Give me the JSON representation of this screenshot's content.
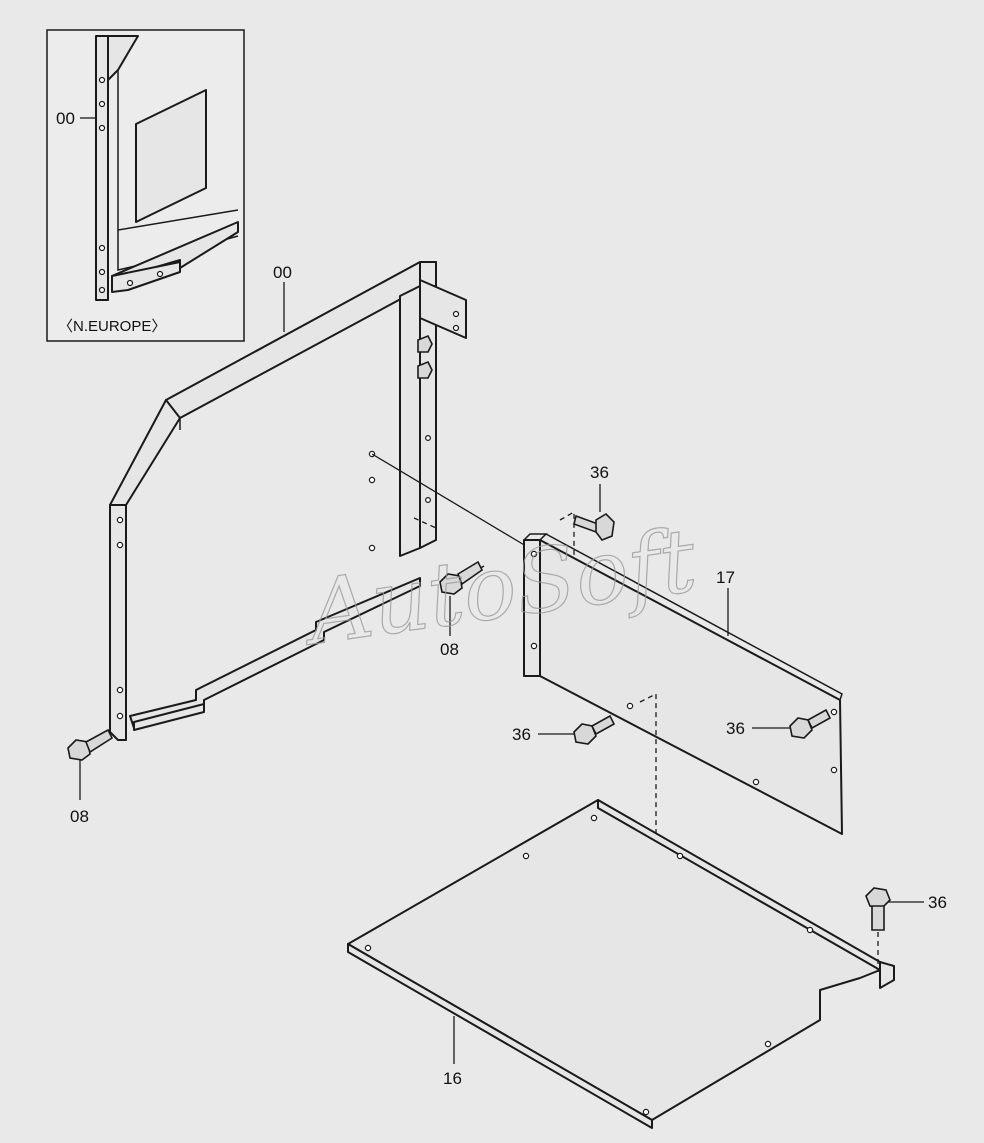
{
  "diagram": {
    "inset_caption": "〈N.EUROPE〉",
    "watermark": "AutoSoft",
    "callouts": {
      "inset_frame": "00",
      "main_frame": "00",
      "bolt_frame_center": "08",
      "bolt_frame_left": "08",
      "bolt_plate_top": "36",
      "panel": "17",
      "bolt_panel_left": "36",
      "bolt_panel_right": "36",
      "bolt_tray_right": "36",
      "tray": "16"
    }
  }
}
